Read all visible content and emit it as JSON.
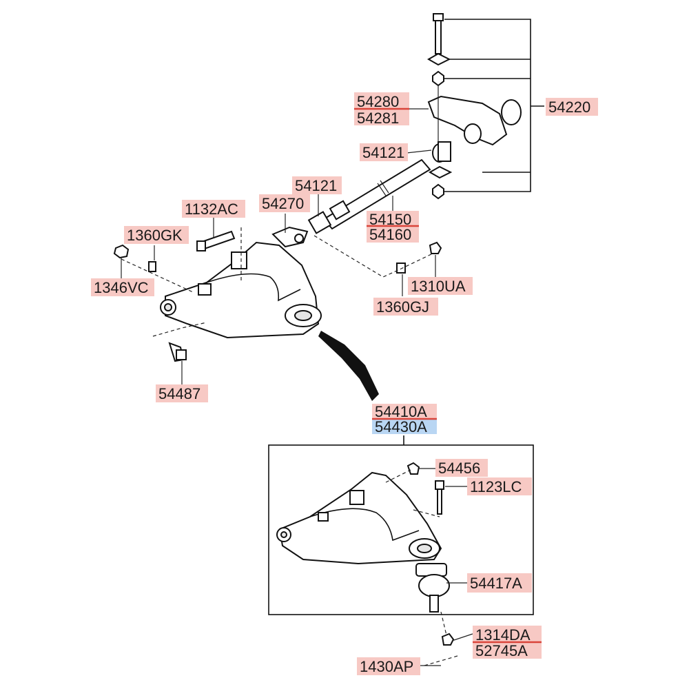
{
  "labels": {
    "p54220": "54220",
    "p54280": "54280",
    "p54281": "54281",
    "p54121_top": "54121",
    "p54121_mid": "54121",
    "p54270": "54270",
    "p54150": "54150",
    "p54160": "54160",
    "p1132AC": "1132AC",
    "p1360GK": "1360GK",
    "p1346VC": "1346VC",
    "p1310UA": "1310UA",
    "p1360GJ": "1360GJ",
    "p54487": "54487",
    "p54410A": "54410A",
    "p54430A": "54430A",
    "p54456": "54456",
    "p1123LC": "1123LC",
    "p54417A": "54417A",
    "p1314DA": "1314DA",
    "p52745A": "52745A",
    "p1430AP": "1430AP"
  },
  "colors": {
    "label_highlight": "#f7c9c4",
    "label_highlight_blue": "#b9d6f3",
    "underline_red": "#d9443a",
    "line": "#111111"
  }
}
